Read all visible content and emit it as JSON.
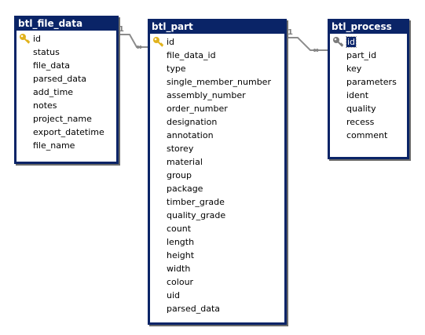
{
  "tables": [
    {
      "name": "btl_file_data",
      "fields": [
        "id",
        "status",
        "file_data",
        "parsed_data",
        "add_time",
        "notes",
        "project_name",
        "export_datetime",
        "file_name"
      ]
    },
    {
      "name": "btl_part",
      "fields": [
        "id",
        "file_data_id",
        "type",
        "single_member_number",
        "assembly_number",
        "order_number",
        "designation",
        "annotation",
        "storey",
        "material",
        "group",
        "package",
        "timber_grade",
        "quality_grade",
        "count",
        "length",
        "height",
        "width",
        "colour",
        "uid",
        "parsed_data"
      ]
    },
    {
      "name": "btl_process",
      "fields": [
        "id",
        "part_id",
        "key",
        "parameters",
        "ident",
        "quality",
        "recess",
        "comment"
      ]
    }
  ],
  "relations": [
    {
      "from": "btl_file_data",
      "to": "btl_part",
      "from_card": "1",
      "to_card": "∞"
    },
    {
      "from": "btl_part",
      "to": "btl_process",
      "from_card": "1",
      "to_card": "∞"
    }
  ],
  "colors": {
    "header": "#0a2467",
    "border": "#0a2467",
    "line": "#8c8c8c",
    "key": "#e1b21b"
  }
}
